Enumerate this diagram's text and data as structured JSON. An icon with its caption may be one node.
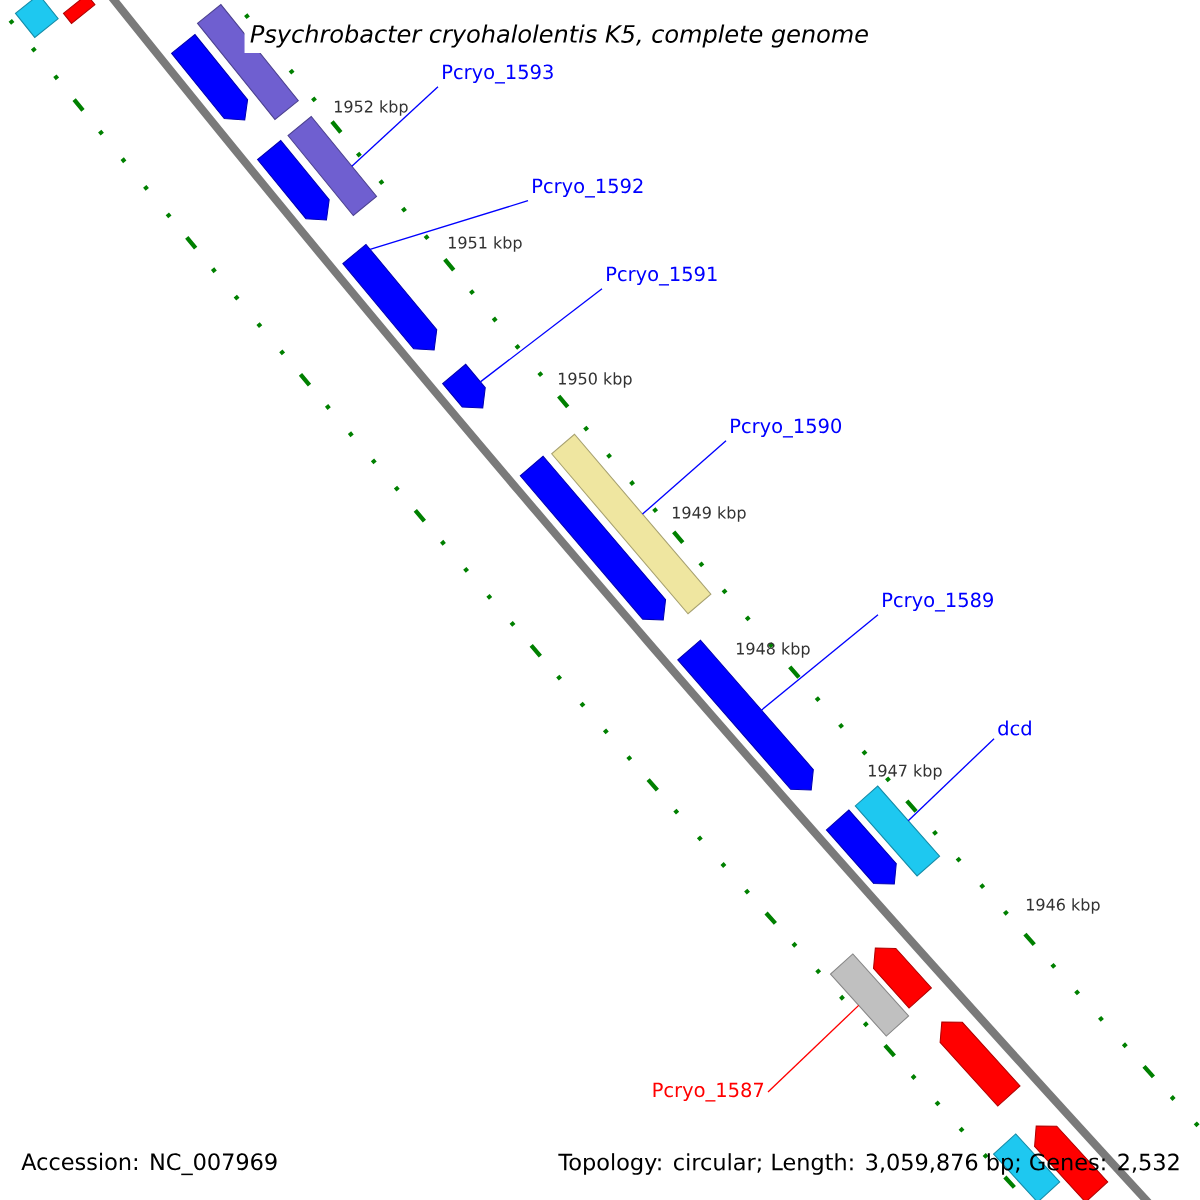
{
  "diagram": {
    "title": "Psychrobacter cryohalolentis K5, complete genome",
    "nodes": [
      {
        "text": [
          "Pcryo_1593"
        ]
      },
      {
        "text": [
          "Pcryo_1592"
        ]
      },
      {
        "text": [
          "Pcryo_1591"
        ]
      },
      {
        "text": [
          "Pcryo_1590"
        ]
      },
      {
        "text": [
          "Pcryo_1589"
        ]
      },
      {
        "text": [
          "dcd"
        ]
      },
      {
        "text": [
          "Pcryo_1587"
        ]
      },
      {
        "text": [],
        "shape": "bar"
      },
      {
        "text": [],
        "shape": "bar"
      },
      {
        "text": [],
        "shape": "bar"
      },
      {
        "text": [],
        "shape": "bar"
      },
      {
        "text": [],
        "shape": "bar"
      },
      {
        "text": [],
        "shape": "bar"
      },
      {
        "text": [],
        "shape": "bar"
      },
      {
        "text": [],
        "shape": "bar"
      },
      {
        "text": [],
        "shape": "bar"
      },
      {
        "text": [],
        "shape": "bar"
      },
      {
        "text": [],
        "shape": "bar"
      },
      {
        "text": [],
        "shape": "bar"
      },
      {
        "text": [],
        "shape": "bar"
      },
      {
        "text": [],
        "shape": "bar"
      },
      {
        "text": [],
        "shape": "bar"
      },
      {
        "text": [],
        "shape": "bar"
      },
      {
        "text": [],
        "shape": "bar"
      },
      {
        "text": [],
        "shape": "bar"
      }
    ],
    "edges": [
      {
        "from": 0,
        "to": 7,
        "arrow": "none"
      },
      {
        "from": 1,
        "to": 8,
        "arrow": "none"
      },
      {
        "from": 2,
        "to": 9,
        "arrow": "none"
      },
      {
        "from": 3,
        "to": 10,
        "arrow": "none"
      },
      {
        "from": 4,
        "to": 11,
        "arrow": "none"
      },
      {
        "from": 5,
        "to": 12,
        "arrow": "none"
      },
      {
        "from": 6,
        "to": 13,
        "arrow": "none",
        "color": "#ff0000"
      }
    ],
    "labels": [
      "1952 kbp",
      "1951 kbp",
      "1950 kbp",
      "1949 kbp",
      "1948 kbp",
      "1947 kbp",
      "1946 kbp",
      "Accession: NC_007969",
      "Topology: circular; Length: 3,059,876 bp; Genes: 2,532"
    ]
  }
}
